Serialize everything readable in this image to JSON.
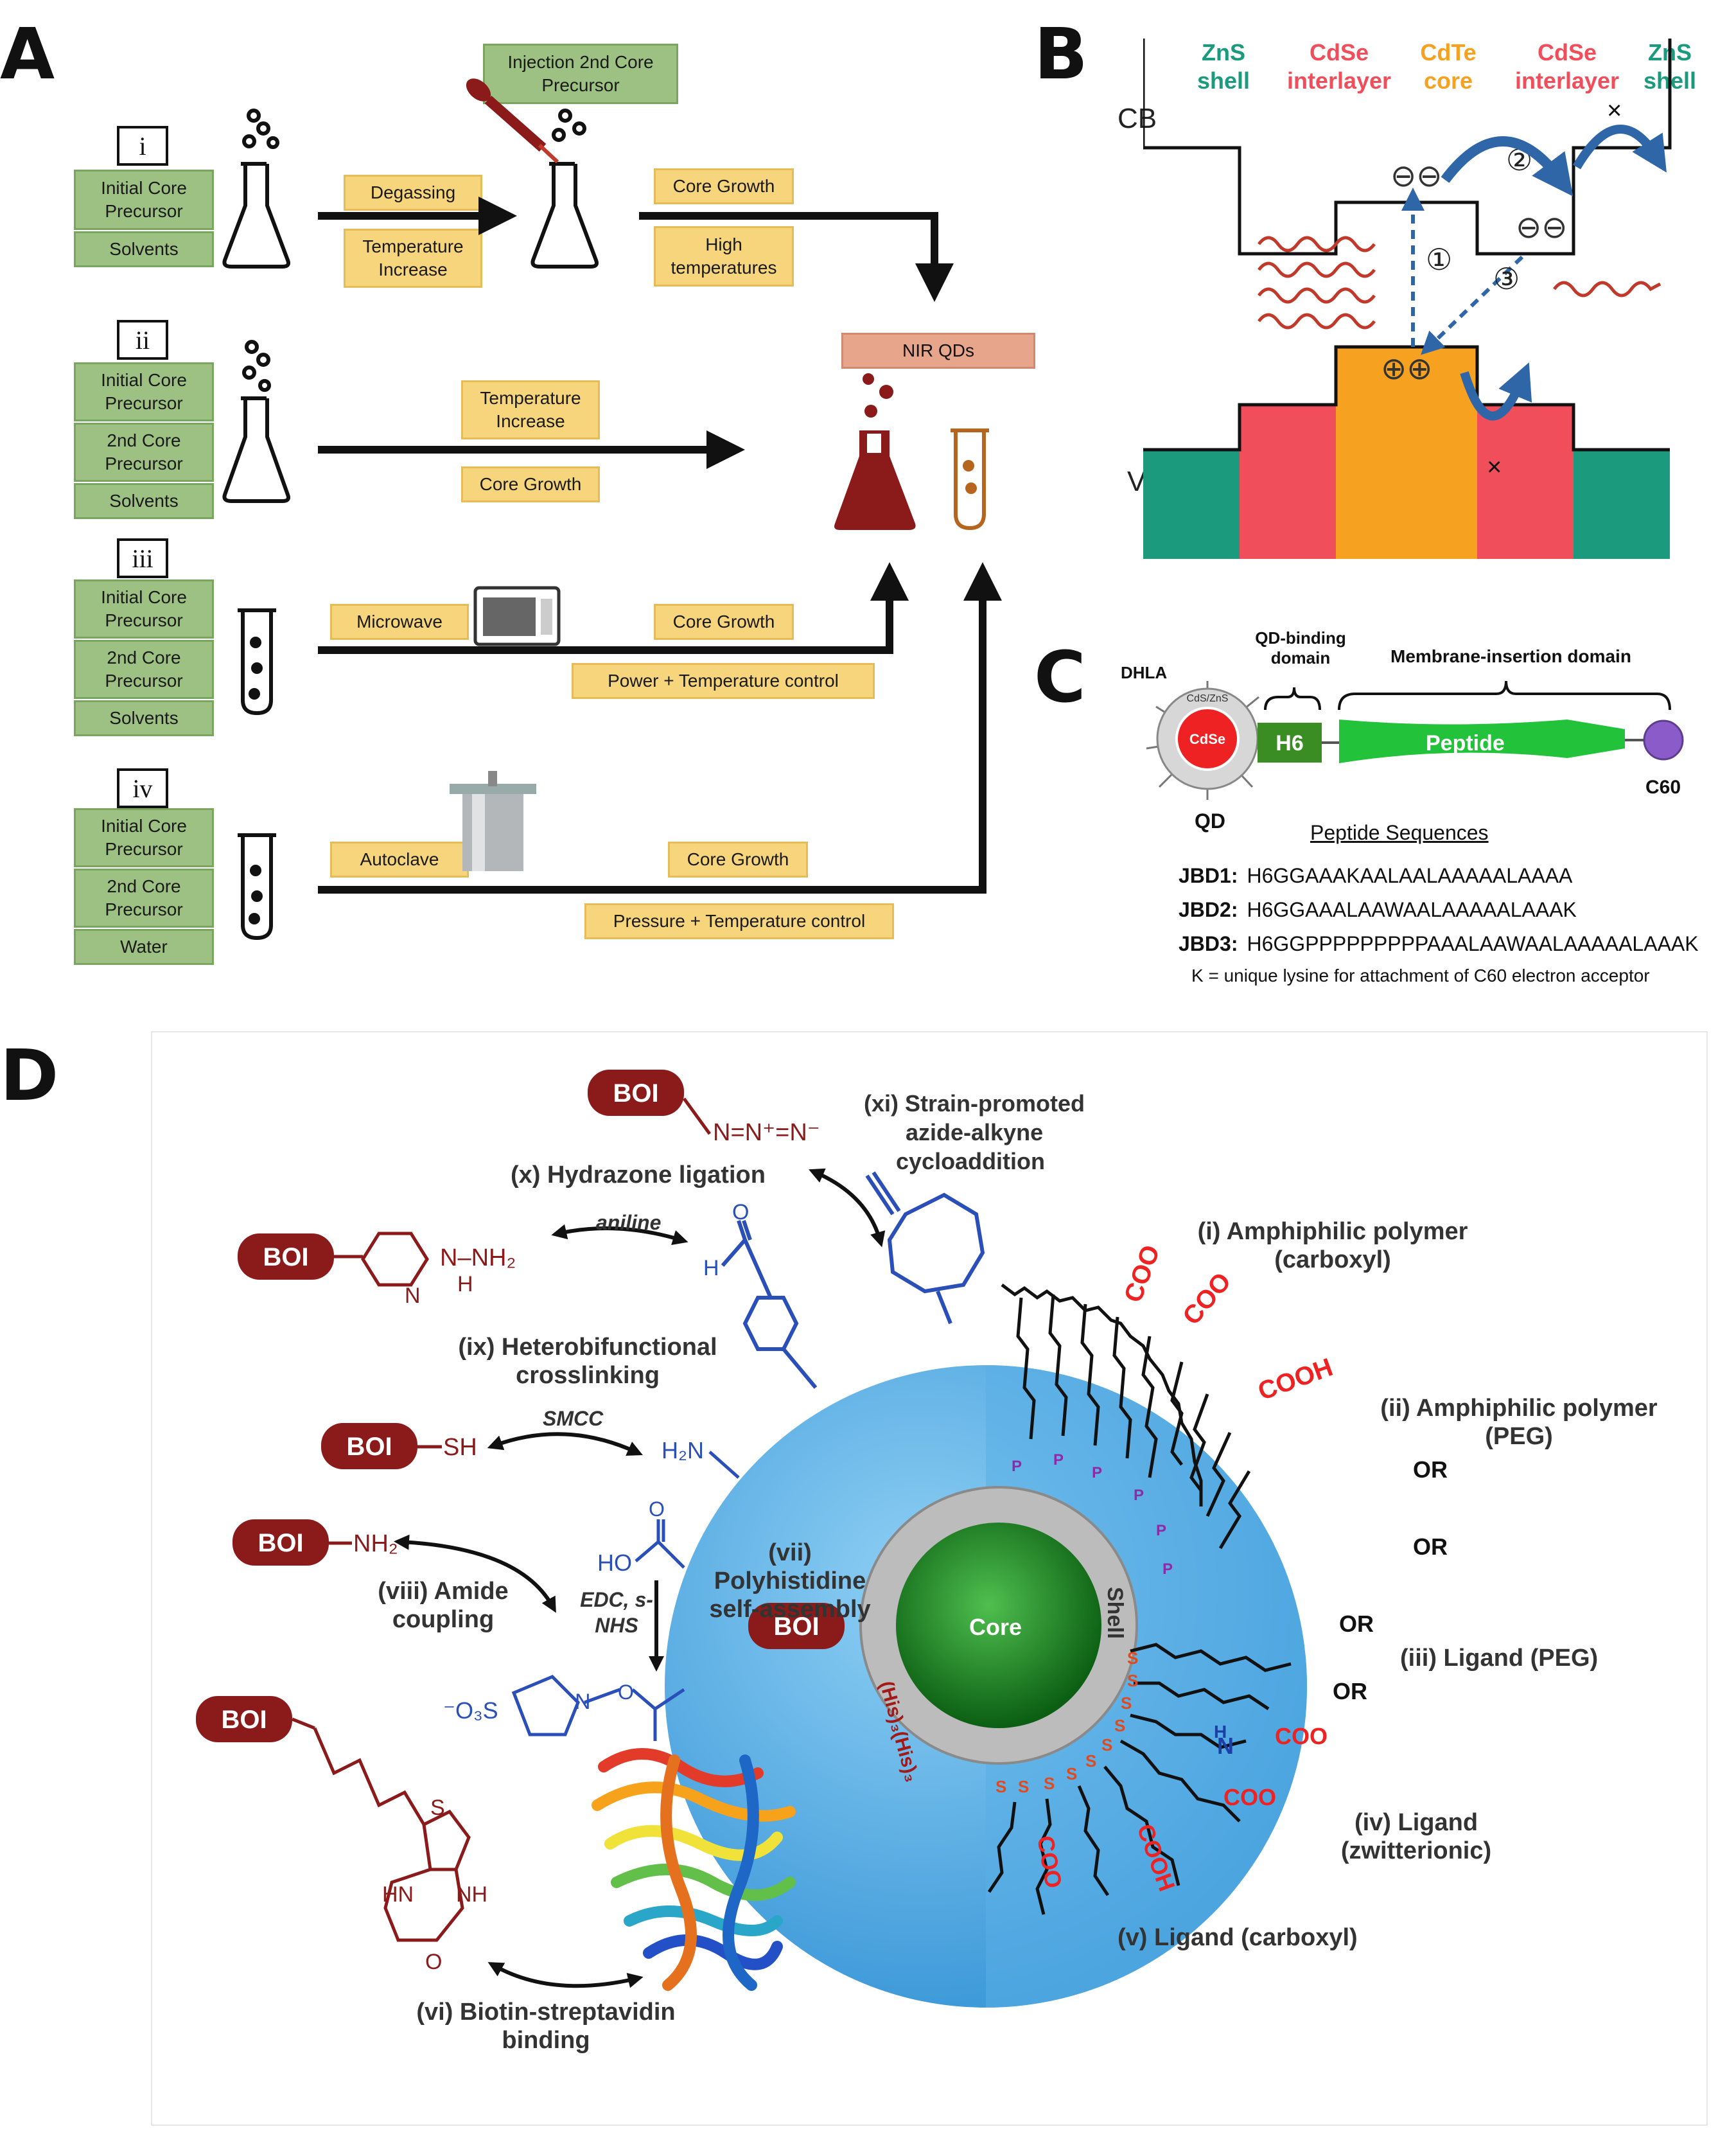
{
  "panels": {
    "a": "A",
    "b": "B",
    "c": "C",
    "d": "D"
  },
  "panel_a": {
    "routes": [
      {
        "numeral": "i",
        "precursors": [
          "Initial Core Precursor",
          "Solvents"
        ]
      },
      {
        "numeral": "ii",
        "precursors": [
          "Initial Core Precursor",
          "2nd Core Precursor",
          "Solvents"
        ]
      },
      {
        "numeral": "iii",
        "precursors": [
          "Initial Core Precursor",
          "2nd Core Precursor",
          "Solvents"
        ]
      },
      {
        "numeral": "iv",
        "precursors": [
          "Initial Core Precursor",
          "2nd Core Precursor",
          "Water"
        ]
      }
    ],
    "steps": {
      "injection": "Injection 2nd Core Precursor",
      "degassing": "Degassing",
      "temp_increase": "Temperature Increase",
      "core_growth": "Core Growth",
      "high_temps": "High temperatures",
      "nir": "NIR QDs",
      "temp_increase_2": "Temperature Increase",
      "core_growth_2": "Core Growth",
      "microwave": "Microwave",
      "core_growth_3": "Core Growth",
      "power_temp": "Power + Temperature control",
      "autoclave": "Autoclave",
      "core_growth_4": "Core Growth",
      "pressure_temp": "Pressure + Temperature control"
    }
  },
  "panel_b": {
    "cb": "CB",
    "vb": "VB",
    "layers": [
      {
        "name": "ZnS",
        "role": "shell",
        "color": "#1b9a7e"
      },
      {
        "name": "CdSe",
        "role": "interlayer",
        "color": "#f04e5a"
      },
      {
        "name": "CdTe",
        "role": "core",
        "color": "#f6a11f"
      },
      {
        "name": "CdSe",
        "role": "interlayer",
        "color": "#f04e5a"
      },
      {
        "name": "ZnS",
        "role": "shell",
        "color": "#1b9a7e"
      }
    ],
    "electrons": "⊖⊖",
    "holes": "⊕⊕",
    "steps": [
      "①",
      "②",
      "③"
    ]
  },
  "panel_c": {
    "dhla": "DHLA",
    "shell_label": "CdS/ZnS",
    "core_label": "CdSe",
    "qd": "QD",
    "qd_binding": "QD-binding domain",
    "membrane": "Membrane-insertion domain",
    "h6": "H6",
    "peptide": "Peptide",
    "c60": "C60",
    "seq_title": "Peptide Sequences",
    "sequences": [
      {
        "name": "JBD1:",
        "seq": "H6GGAAAKAALAALAAAAALAAAA"
      },
      {
        "name": "JBD2:",
        "seq": "H6GGAAALAAWAALAAAAALAAAK"
      },
      {
        "name": "JBD3:",
        "seq": "H6GGPPPPPPPPPAAALAAWAALAAAAALAAAK"
      }
    ],
    "footnote": "K = unique lysine for attachment of C60 electron acceptor"
  },
  "panel_d": {
    "boi": "BOI",
    "core": "Core",
    "shell": "Shell",
    "labels": {
      "xi": "(xi) Strain-promoted azide-alkyne cycloaddition",
      "x": "(x) Hydrazone ligation",
      "aniline": "aniline",
      "ix": "(ix) Heterobifunctional crosslinking",
      "smcc": "SMCC",
      "viii": "(viii) Amide coupling",
      "edc": "EDC, s-NHS",
      "vii": "(vii) Polyhistidine self-assembly",
      "vi": "(vi) Biotin-streptavidin binding",
      "i": "(i) Amphiphilic polymer (carboxyl)",
      "ii": "(ii) Amphiphilic polymer (PEG)",
      "iii": "(iii) Ligand (PEG)",
      "iv": "(iv) Ligand (zwitterionic)",
      "v": "(v) Ligand (carboxyl)"
    },
    "chem": {
      "azide": "N=N⁺=N⁻",
      "hydrazine": "N–NH₂",
      "sh": "SH",
      "nh2": "NH₂",
      "h2n": "H₂N",
      "ho": "HO",
      "so3": "⁻O₃S",
      "his": "(His)₃(His)₃",
      "cooh": "COOH",
      "coo": "COO",
      "or": "OR",
      "n": "N",
      "h": "H",
      "o": "O",
      "s": "S",
      "p": "P",
      "hn": "HN",
      "nh": "NH"
    }
  }
}
